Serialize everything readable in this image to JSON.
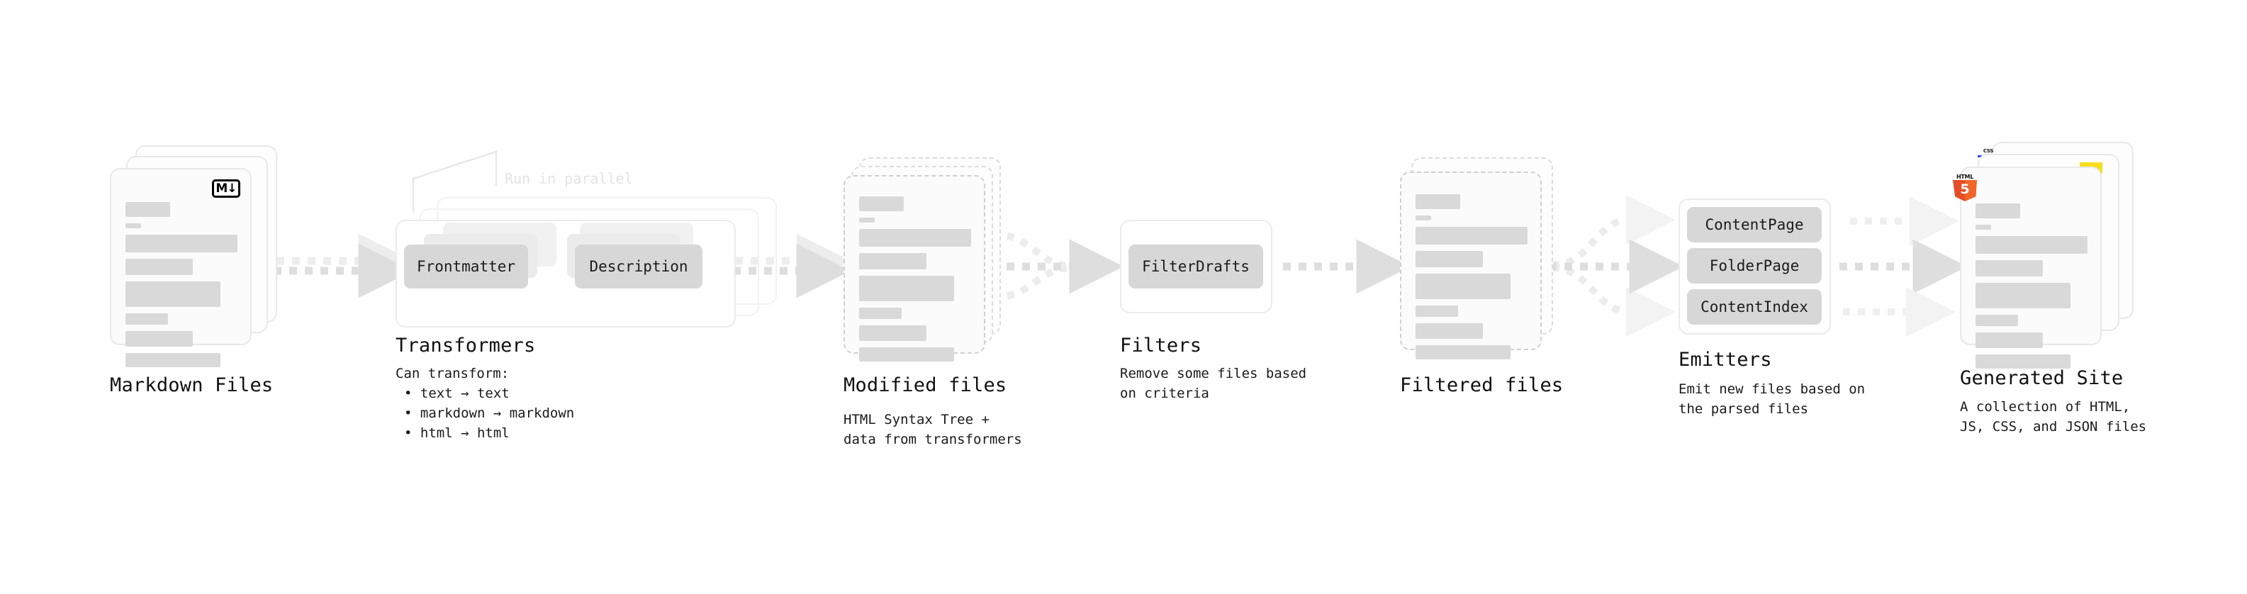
{
  "diagram": {
    "title_text_color": "#111111",
    "accent_colors": {
      "chip_fill": "#d7d7d7",
      "arrow": "#dedede",
      "skeleton_bar": "#d9d9d9",
      "html5": "#e44d26",
      "js": "#f7df1e",
      "css": "#264de4"
    }
  },
  "stages": {
    "markdown_files": {
      "title": "Markdown Files",
      "badge_icon": "markdown-badge",
      "badge_text": "M↓"
    },
    "transformers": {
      "title": "Transformers",
      "parallel_note": "Run in parallel",
      "chips": [
        "Frontmatter",
        "Description"
      ],
      "caption_heading": "Can transform:",
      "caption_items": [
        "• text → text",
        "• markdown → markdown",
        "• html → html"
      ]
    },
    "modified_files": {
      "title": "Modified files",
      "caption_lines": [
        "HTML Syntax Tree +",
        "data from transformers"
      ]
    },
    "filters": {
      "title": "Filters",
      "chips": [
        "FilterDrafts"
      ],
      "caption_lines": [
        "Remove some files based",
        "on criteria"
      ]
    },
    "filtered_files": {
      "title": "Filtered files",
      "caption_lines": []
    },
    "emitters": {
      "title": "Emitters",
      "chips": [
        "ContentPage",
        "FolderPage",
        "ContentIndex"
      ],
      "caption_lines": [
        "Emit new files based on",
        "the parsed files"
      ]
    },
    "generated_site": {
      "title": "Generated Site",
      "badges": [
        "css-badge",
        "js-badge",
        "html5-badge"
      ],
      "html5_cap": "HTML",
      "html5_digit": "5",
      "css_text": "CSS",
      "caption_lines": [
        "A collection of HTML,",
        "JS, CSS, and JSON files"
      ]
    }
  }
}
